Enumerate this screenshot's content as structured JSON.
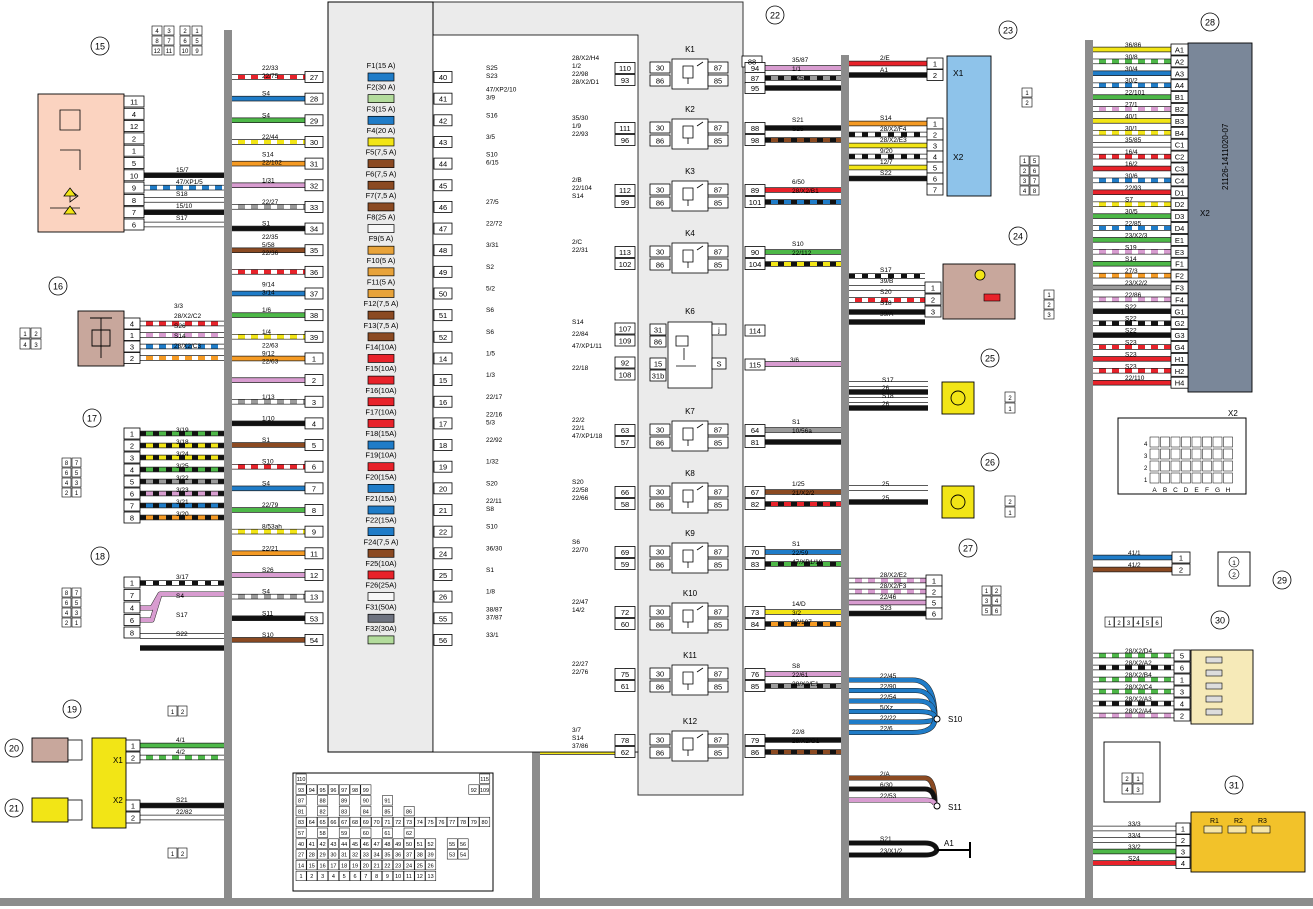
{
  "colors": {
    "red": "#e8222a",
    "blue": "#1f7cc8",
    "green": "#4db848",
    "yellow": "#f2e516",
    "orange": "#f59a23",
    "pink": "#d89cd0",
    "grey": "#9b9b9b",
    "black": "#111111",
    "white": "#ffffff",
    "brown": "#8b4a22",
    "violet": "#9b6fb8",
    "bus": "#8c8c8c",
    "relay_box": "#ebebeb",
    "module15": "#fbd3c0",
    "module16": "#c8a79c",
    "x_blue": "#8ec3ea",
    "lamp_yellow": "#f2e516",
    "module31": "#f2c22a",
    "module30": "#f6eab8",
    "ecu": "#7a8799"
  },
  "fuse_colors": {
    "5": "#e8a33a",
    "7.5": "#8b4a22",
    "10": "#e8222a",
    "15": "#1f7cc8",
    "20": "#f2e516",
    "25": "#f7f7f7",
    "30": "#b3dc9c",
    "50": "#6e7380"
  },
  "components": {
    "c15": "15",
    "c16": "16",
    "c17": "17",
    "c18": "18",
    "c19": "19",
    "c20": "20",
    "c21": "21",
    "c22": "22",
    "c23": "23",
    "c24": "24",
    "c25": "25",
    "c26": "26",
    "c27": "27",
    "c28": "28",
    "c29": "29",
    "c30": "30",
    "c31": "31"
  },
  "labels": {
    "x1": "X1",
    "x2": "X2",
    "x2_conn": "X2",
    "s10": "S10",
    "s11": "S11",
    "a1": "A1",
    "ecu_part": "21126-1411020-07",
    "ecu_x2": "X2",
    "r1": "R1",
    "r2": "R2",
    "r3": "R3",
    "k6_j": "j",
    "k6_s": "S",
    "k6_31": "31",
    "k6_86": "86",
    "k6_15": "15",
    "k6_31b": "31b"
  },
  "fuses": [
    {
      "left_pin": "27",
      "right_pin": "40",
      "label": "F1(15 A)",
      "rating": "15"
    },
    {
      "left_pin": "28",
      "right_pin": "41",
      "label": "F2(30 A)",
      "rating": "30"
    },
    {
      "left_pin": "29",
      "right_pin": "42",
      "label": "F3(15 A)",
      "rating": "15"
    },
    {
      "left_pin": "30",
      "right_pin": "43",
      "label": "F4(20 A)",
      "rating": "20"
    },
    {
      "left_pin": "31",
      "right_pin": "44",
      "label": "F5(7,5 A)",
      "rating": "7.5"
    },
    {
      "left_pin": "32",
      "right_pin": "45",
      "label": "F6(7,5 A)",
      "rating": "7.5"
    },
    {
      "left_pin": "33",
      "right_pin": "46",
      "label": "F7(7,5 A)",
      "rating": "7.5"
    },
    {
      "left_pin": "34",
      "right_pin": "47",
      "label": "F8(25 A)",
      "rating": "25"
    },
    {
      "left_pin": "35",
      "right_pin": "48",
      "label": "F9(5 A)",
      "rating": "5"
    },
    {
      "left_pin": "36",
      "right_pin": "49",
      "label": "F10(5 A)",
      "rating": "5"
    },
    {
      "left_pin": "37",
      "right_pin": "50",
      "label": "F11(5 A)",
      "rating": "5"
    },
    {
      "left_pin": "38",
      "right_pin": "51",
      "label": "F12(7,5 A)",
      "rating": "7.5"
    },
    {
      "left_pin": "39",
      "right_pin": "52",
      "label": "F13(7,5 A)",
      "rating": "7.5"
    },
    {
      "left_pin": "1",
      "right_pin": "14",
      "label": "F14(10A)",
      "rating": "10"
    },
    {
      "left_pin": "2",
      "right_pin": "15",
      "label": "F15(10A)",
      "rating": "10"
    },
    {
      "left_pin": "3",
      "right_pin": "16",
      "label": "F16(10A)",
      "rating": "10"
    },
    {
      "left_pin": "4",
      "right_pin": "17",
      "label": "F17(10A)",
      "rating": "10"
    },
    {
      "left_pin": "5",
      "right_pin": "18",
      "label": "F18(15A)",
      "rating": "15"
    },
    {
      "left_pin": "6",
      "right_pin": "19",
      "label": "F19(10A)",
      "rating": "10"
    },
    {
      "left_pin": "7",
      "right_pin": "20",
      "label": "F20(15A)",
      "rating": "15"
    },
    {
      "left_pin": "8",
      "right_pin": "21",
      "label": "F21(15A)",
      "rating": "15"
    },
    {
      "left_pin": "9",
      "right_pin": "22",
      "label": "F22(15A)",
      "rating": "15"
    },
    {
      "left_pin": "11",
      "right_pin": "24",
      "label": "F24(7,5 A)",
      "rating": "7.5"
    },
    {
      "left_pin": "12",
      "right_pin": "25",
      "label": "F25(10A)",
      "rating": "10"
    },
    {
      "left_pin": "13",
      "right_pin": "26",
      "label": "F26(25A)",
      "rating": "25"
    },
    {
      "left_pin": "53",
      "right_pin": "55",
      "label": "F31(50A)",
      "rating": "50"
    },
    {
      "left_pin": "54",
      "right_pin": "56",
      "label": "F32(30A)",
      "rating": "30"
    }
  ],
  "fuse_left_wires": [
    [
      "22/75",
      "22/33"
    ],
    [
      "S4"
    ],
    [
      "S4"
    ],
    [
      "22/44"
    ],
    [
      "22/102",
      "S14"
    ],
    [
      "1/31"
    ],
    [
      "22/27"
    ],
    [
      "S1"
    ],
    [
      "22/36",
      "5/58",
      "22/35"
    ],
    [
      ""
    ],
    [
      "3/14",
      "9/14"
    ],
    [
      "1/6"
    ],
    [
      "1/4"
    ],
    [
      "22/63",
      "9/12",
      "22/63"
    ],
    [
      ""
    ],
    [
      "1/13"
    ],
    [
      "1/10"
    ],
    [
      "S1"
    ],
    [
      "S10"
    ],
    [
      "S4"
    ],
    [
      "22/79"
    ],
    [
      "8/53ah"
    ],
    [
      "22/21"
    ],
    [
      "S26"
    ],
    [
      "S4"
    ],
    [
      "S11"
    ],
    [
      "S10"
    ]
  ],
  "fuse_right_wires": [
    [
      "S23",
      "S25"
    ],
    [
      "3/9",
      "47/XP2/10"
    ],
    [
      "S16"
    ],
    [
      "3/5"
    ],
    [
      "6/15",
      "S10"
    ],
    [
      ""
    ],
    [
      "27/5"
    ],
    [
      "22/72"
    ],
    [
      "3/31"
    ],
    [
      "S2"
    ],
    [
      "5/2"
    ],
    [
      "S6"
    ],
    [
      "S6"
    ],
    [
      "1/5"
    ],
    [
      "1/3"
    ],
    [
      "22/17"
    ],
    [
      "5/3",
      "22/16"
    ],
    [
      "22/92"
    ],
    [
      "1/32"
    ],
    [
      "S20"
    ],
    [
      "S8",
      "22/11"
    ],
    [
      "S10"
    ],
    [
      "36/30"
    ],
    [
      "S1"
    ],
    [
      "1/8"
    ],
    [
      "37/87",
      "38/87"
    ],
    [
      "33/1"
    ]
  ],
  "relays": [
    {
      "name": "K1",
      "in_pins": [
        "110",
        "93"
      ],
      "relay_pins": [
        "30",
        "86",
        "87",
        "85"
      ],
      "extra_pin": "88",
      "out_pins": [
        "94",
        "87",
        "95"
      ],
      "in_wires": [
        "28/X2/H4",
        "1/2",
        "22/98",
        "28/X2/D1"
      ],
      "out_wires": [
        "35/87",
        "1/1",
        "S25"
      ]
    },
    {
      "name": "K2",
      "in_pins": [
        "111",
        "96"
      ],
      "relay_pins": [
        "30",
        "86",
        "87",
        "85"
      ],
      "out_pins": [
        "88",
        "98"
      ],
      "in_wires": [
        "35/30",
        "1/9",
        "22/93"
      ],
      "out_wires": [
        "S21",
        "S25"
      ]
    },
    {
      "name": "K3",
      "in_pins": [
        "112",
        "99"
      ],
      "relay_pins": [
        "30",
        "86",
        "87",
        "85"
      ],
      "out_pins": [
        "89",
        "101"
      ],
      "in_wires": [
        "2/B",
        "22/104",
        "S14"
      ],
      "out_wires": [
        "6/50",
        "28/X2/B1"
      ]
    },
    {
      "name": "K4",
      "in_pins": [
        "113",
        "102"
      ],
      "relay_pins": [
        "30",
        "86",
        "87",
        "85"
      ],
      "out_pins": [
        "90",
        "104"
      ],
      "in_wires": [
        "2/C",
        "22/31"
      ],
      "out_wires": [
        "S10",
        "22/112"
      ]
    },
    {
      "name": "K6",
      "in_pins": [
        "107",
        "109",
        "92",
        "108"
      ],
      "out_pins": [
        "114",
        "115"
      ],
      "in_wires": [
        "S14",
        "22/84",
        "47/XP1/11",
        "22/18"
      ],
      "out_wires": [
        "3/6"
      ]
    },
    {
      "name": "K7",
      "in_pins": [
        "63",
        "57"
      ],
      "relay_pins": [
        "30",
        "86",
        "87",
        "85"
      ],
      "out_pins": [
        "64",
        "81"
      ],
      "in_wires": [
        "22/2",
        "22/1",
        "47/XP1/18"
      ],
      "out_wires": [
        "S1",
        "10/56a"
      ]
    },
    {
      "name": "K8",
      "in_pins": [
        "66",
        "58"
      ],
      "relay_pins": [
        "30",
        "86",
        "87",
        "85"
      ],
      "out_pins": [
        "67",
        "82"
      ],
      "in_wires": [
        "S20",
        "22/58",
        "22/66"
      ],
      "out_wires": [
        "1/25",
        "21/X2/2"
      ]
    },
    {
      "name": "K9",
      "in_pins": [
        "69",
        "59"
      ],
      "relay_pins": [
        "30",
        "86",
        "87",
        "85"
      ],
      "out_pins": [
        "70",
        "83"
      ],
      "in_wires": [
        "S6",
        "22/70"
      ],
      "out_wires": [
        "S1",
        "22/59",
        "47/XP1/19"
      ]
    },
    {
      "name": "K10",
      "in_pins": [
        "72",
        "60"
      ],
      "relay_pins": [
        "30",
        "86",
        "87",
        "85"
      ],
      "out_pins": [
        "73",
        "84"
      ],
      "in_wires": [
        "22/47",
        "14/2"
      ],
      "out_wires": [
        "14/D",
        "3/2",
        "22/107"
      ]
    },
    {
      "name": "K11",
      "in_pins": [
        "75",
        "61"
      ],
      "relay_pins": [
        "30",
        "86",
        "87",
        "85"
      ],
      "out_pins": [
        "76",
        "85"
      ],
      "in_wires": [
        "22/27",
        "22/76"
      ],
      "out_wires": [
        "S8",
        "22/61",
        "28/X2/E1"
      ]
    },
    {
      "name": "K12",
      "in_pins": [
        "78",
        "62"
      ],
      "relay_pins": [
        "30",
        "86",
        "87",
        "85"
      ],
      "out_pins": [
        "79",
        "86"
      ],
      "in_wires": [
        "3/7",
        "S14",
        "37/86"
      ],
      "out_wires": [
        "22/8",
        "28/X2/G1"
      ]
    }
  ],
  "relay_box_pinmap": [
    [
      "110",
      "",
      "",
      "",
      "",
      "",
      "",
      "",
      "",
      "",
      "",
      "",
      "",
      "",
      "",
      "",
      "",
      "115"
    ],
    [
      "93",
      "94",
      "95",
      "96",
      "97",
      "98",
      "99",
      "",
      "",
      "",
      "",
      "",
      "",
      "",
      "",
      "",
      "92",
      "109"
    ],
    [
      "87",
      "",
      "88",
      "",
      "89",
      "",
      "90",
      "",
      "91",
      "",
      "",
      "",
      "",
      "",
      "",
      "",
      "",
      ""
    ],
    [
      "81",
      "",
      "82",
      "",
      "83",
      "",
      "84",
      "",
      "85",
      "",
      "86",
      "",
      "",
      "",
      "",
      "",
      "",
      ""
    ],
    [
      "83",
      "64",
      "65",
      "66",
      "67",
      "68",
      "69",
      "70",
      "71",
      "72",
      "73",
      "74",
      "75",
      "76",
      "77",
      "78",
      "79",
      "80"
    ],
    [
      "57",
      "",
      "58",
      "",
      "59",
      "",
      "60",
      "",
      "61",
      "",
      "62",
      "",
      "",
      "",
      "",
      "",
      "",
      ""
    ],
    [
      "40",
      "41",
      "42",
      "43",
      "44",
      "45",
      "46",
      "47",
      "48",
      "49",
      "50",
      "51",
      "52",
      "",
      "55",
      "56",
      "",
      ""
    ],
    [
      "27",
      "28",
      "29",
      "30",
      "31",
      "32",
      "33",
      "34",
      "35",
      "36",
      "37",
      "38",
      "39",
      "",
      "53",
      "54",
      "",
      ""
    ],
    [
      "14",
      "15",
      "16",
      "17",
      "18",
      "19",
      "20",
      "21",
      "22",
      "23",
      "24",
      "25",
      "26",
      "",
      "",
      "",
      "",
      ""
    ],
    [
      "1",
      "2",
      "3",
      "4",
      "5",
      "6",
      "7",
      "8",
      "9",
      "10",
      "11",
      "12",
      "13",
      "",
      "",
      "",
      "",
      ""
    ]
  ],
  "c15": {
    "pins": [
      "11",
      "4",
      "12",
      "2",
      "1",
      "5",
      "10",
      "9",
      "8",
      "7",
      "6"
    ],
    "wires": [
      "15/7",
      "47/XP1/5",
      "S18",
      "15/10",
      "S17"
    ],
    "mini": [
      "4",
      "3",
      "2",
      "1",
      "8",
      "7",
      "6",
      "5",
      "12",
      "11",
      "10",
      "9"
    ]
  },
  "c16": {
    "pins": [
      "4",
      "1",
      "3",
      "2"
    ],
    "wires": [
      "3/3",
      "28/X2/C2",
      "S26",
      "S14",
      "28/X2/C3"
    ],
    "mini": [
      "1",
      "2",
      "4",
      "3"
    ]
  },
  "c17": {
    "pins": [
      "1",
      "2",
      "3",
      "4",
      "5",
      "6",
      "7",
      "8"
    ],
    "wires": [
      "3/19",
      "3/18",
      "3/24",
      "3/25",
      "3/22",
      "3/23",
      "3/21",
      "3/20"
    ],
    "mini": [
      "8",
      "7",
      "6",
      "5",
      "4",
      "3",
      "2",
      "1"
    ]
  },
  "c18": {
    "pins": [
      "1",
      "7",
      "4",
      "6",
      "8"
    ],
    "wires": [
      "3/17",
      "S4",
      "S17",
      "S22"
    ],
    "mini": [
      "8",
      "7",
      "6",
      "5",
      "4",
      "3",
      "2",
      "1"
    ]
  },
  "c19": {
    "pins": [
      "1",
      "2"
    ],
    "wires": [
      "4/1",
      "4/2"
    ],
    "mini": [
      "1",
      "2"
    ]
  },
  "c21": {
    "pins": [
      "1",
      "2"
    ],
    "wires": [
      "S21",
      "22/82"
    ],
    "mini": [
      "1",
      "2"
    ]
  },
  "c23": {
    "x1_pins": [
      "1",
      "2"
    ],
    "x1_wires": [
      "2/E",
      "A1"
    ],
    "x2_pins": [
      "1",
      "2",
      "3",
      "4",
      "5",
      "6",
      "7"
    ],
    "x2_wires": [
      "S14",
      "28/X2/F4",
      "28/X2/E3",
      "9/20",
      "12/7",
      "S22"
    ],
    "mini_a": [
      "1",
      "2"
    ],
    "mini_b": [
      "1",
      "5",
      "2",
      "6",
      "3",
      "7",
      "4",
      "8"
    ]
  },
  "c24": {
    "pins": [
      "1",
      "2",
      "3"
    ],
    "wires": [
      "S17",
      "39/B",
      "S20",
      "S18",
      "39/A"
    ],
    "mini": [
      "1",
      "2",
      "3"
    ]
  },
  "c25": {
    "pins": [
      "2",
      "1"
    ],
    "wires": [
      "S17",
      "26",
      "S18",
      "26"
    ]
  },
  "c26": {
    "pins": [
      "2",
      "1"
    ],
    "wires": [
      "25",
      "25"
    ]
  },
  "c27": {
    "pins": [
      "1",
      "2",
      "5",
      "6"
    ],
    "wires": [
      "28/X2/E2",
      "28/X2/F3",
      "22/46",
      "S23"
    ],
    "mini": [
      "1",
      "2",
      "3",
      "4",
      "5",
      "6"
    ]
  },
  "c28": {
    "pins": [
      "A1",
      "A2",
      "A3",
      "A4",
      "B1",
      "B2",
      "B3",
      "B4",
      "C1",
      "C2",
      "C3",
      "C4",
      "D1",
      "D2",
      "D3",
      "D4",
      "E1",
      "E3",
      "F1",
      "F2",
      "F3",
      "F4",
      "G1",
      "G2",
      "G3",
      "G4",
      "H1",
      "H2",
      "H4"
    ],
    "wires": [
      "36/86",
      "30/8",
      "30/4",
      "30/2",
      "22/101",
      "27/1",
      "40/1",
      "30/1",
      "35/85",
      "16/4",
      "16/2",
      "30/6",
      "22/93",
      "S7",
      "30/5",
      "22/85",
      "23/X2/3",
      "S19",
      "S14",
      "27/3",
      "23/X2/2",
      "22/86",
      "S22",
      "S22",
      "S22",
      "S23",
      "S23",
      "S23",
      "22/110"
    ],
    "conn_rows": [
      "4",
      "3",
      "2",
      "1"
    ],
    "conn_cols": [
      "A",
      "B",
      "C",
      "D",
      "E",
      "F",
      "G",
      "H"
    ]
  },
  "c29": {
    "pins": [
      "1",
      "2"
    ],
    "wires": [
      "41/1",
      "41/2"
    ],
    "mini": [
      "1",
      "2"
    ]
  },
  "c30": {
    "pins": [
      "5",
      "6",
      "1",
      "3",
      "4",
      "2"
    ],
    "wires": [
      "28/X2/D4",
      "28/X2/A2",
      "28/X2/B4",
      "28/X2/C4",
      "28/X2/A3",
      "28/X2/A4"
    ],
    "mini": [
      "1",
      "2",
      "3",
      "4",
      "5",
      "6"
    ]
  },
  "c31": {
    "pins": [
      "1",
      "2",
      "3",
      "4"
    ],
    "wires": [
      "33/3",
      "33/4",
      "33/2",
      "S24"
    ],
    "mini": [
      "2",
      "1",
      "4",
      "3"
    ]
  },
  "s10": {
    "wires": [
      "22/45",
      "22/90",
      "22/54",
      "5/Xz",
      "22/22",
      "22/6"
    ]
  },
  "s11": {
    "wires": [
      "2/A",
      "6/30",
      "22/53"
    ]
  },
  "a1": {
    "wires": [
      "S21",
      "23/X1/2"
    ]
  }
}
